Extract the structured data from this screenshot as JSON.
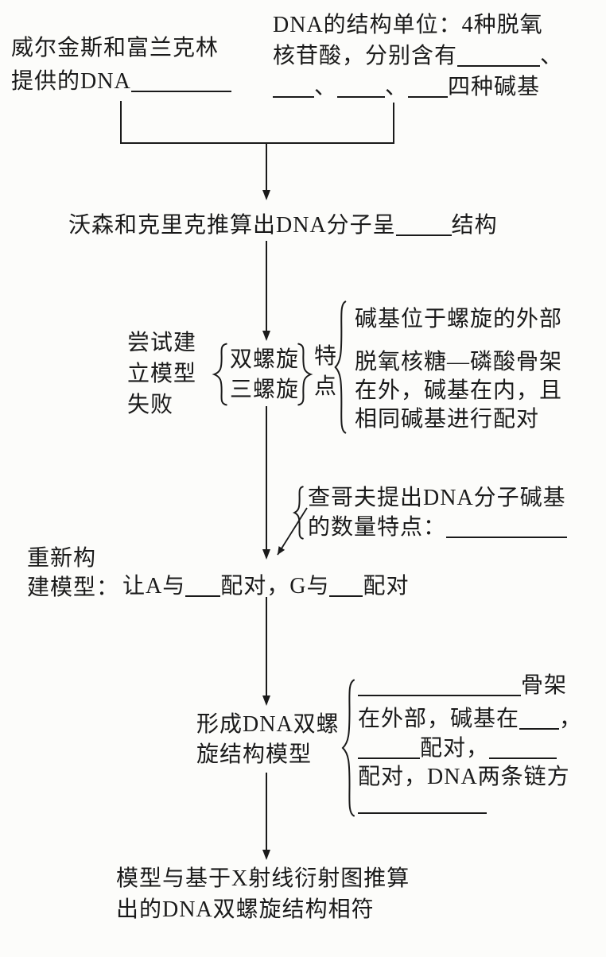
{
  "colors": {
    "ink": "#1a1a1a",
    "paper": "#fcfcfa"
  },
  "top_left": {
    "line1": "威尔金斯和富兰克林",
    "line2_prefix": "提供的DNA"
  },
  "top_right": {
    "line1": "DNA的结构单位：4种脱氧",
    "line2_prefix": "核苷酸，分别含有",
    "line2_suffix": "、",
    "line3_sep1": "、",
    "line3_sep2": "、",
    "line3_suffix": "四种碱基"
  },
  "infer_line": {
    "prefix": "沃森和克里克推算出DNA分子呈",
    "suffix": "结构"
  },
  "attempt": {
    "label1": "尝试建",
    "label2": "立模型",
    "label3": "失败",
    "option1": "双螺旋",
    "option2": "三螺旋",
    "tag1": "特",
    "tag2": "点",
    "feature1": "碱基位于螺旋的外部",
    "feature2a": "脱氧核糖—磷酸骨架",
    "feature2b": "在外，碱基在内，且",
    "feature2c": "相同碱基进行配对"
  },
  "chargaff": {
    "line1": "查哥夫提出DNA分子碱基",
    "line2_prefix": "的数量特点："
  },
  "rebuild": {
    "label1": "重新构",
    "label2": "建模型：",
    "pair_prefix": "让A与",
    "pair_mid": "配对，G与",
    "pair_suffix": "配对"
  },
  "model": {
    "name1": "形成DNA双螺",
    "name2": "旋结构模型",
    "d1_suffix": "骨架",
    "d2_prefix": "在外部，碱基在",
    "d2_suffix": "，",
    "d3_mid": "配对，",
    "d4": "配对，DNA两条链方"
  },
  "conclusion": {
    "line1": "模型与基于X射线衍射图推算",
    "line2": "出的DNA双螺旋结构相符"
  }
}
